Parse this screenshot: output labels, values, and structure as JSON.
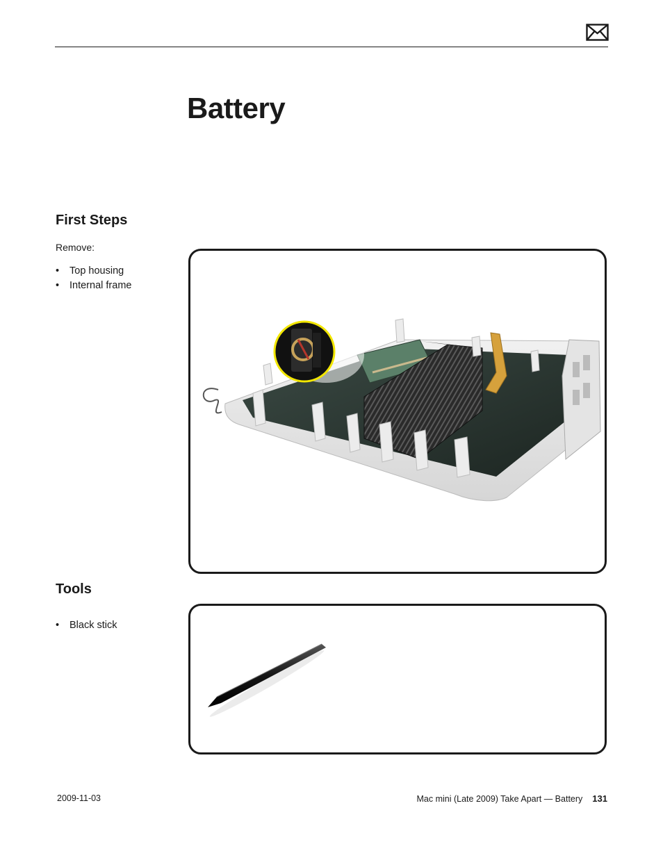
{
  "title": "Battery",
  "first_steps": {
    "heading": "First Steps",
    "intro": "Remove:",
    "items": [
      "Top housing",
      "Internal frame"
    ]
  },
  "tools": {
    "heading": "Tools",
    "items": [
      "Black stick"
    ]
  },
  "footer": {
    "date": "2009-11-03",
    "doc_title": "Mac mini (Late 2009) Take Apart — Battery",
    "page_number": "131"
  },
  "colors": {
    "highlight_ring": "#f2e600",
    "text": "#1a1a1a"
  },
  "icons": {
    "header": "envelope-icon"
  }
}
